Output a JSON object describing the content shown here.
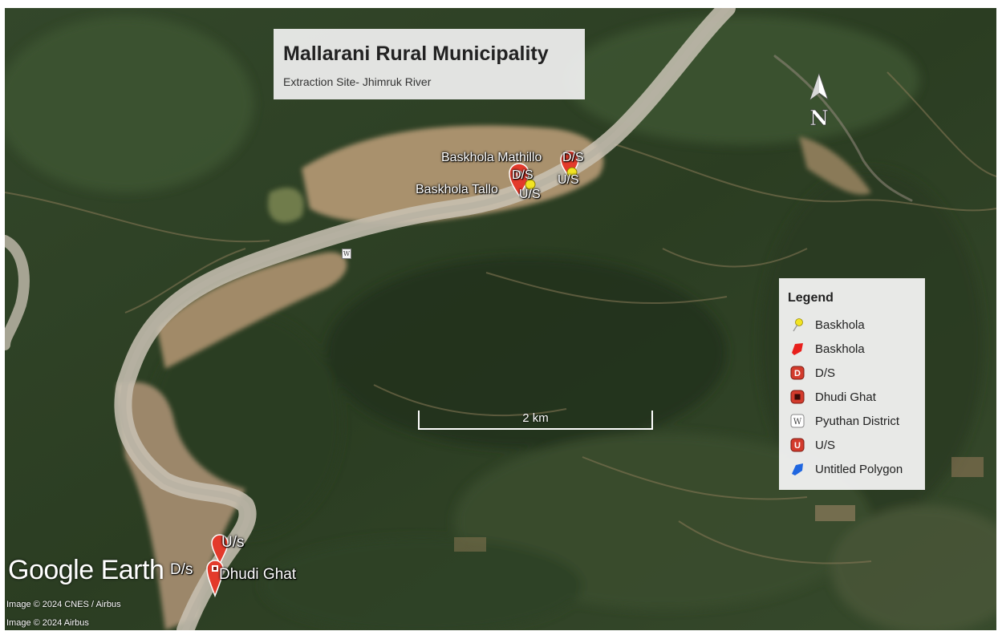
{
  "title": "Mallarani Rural Municipality",
  "subtitle": "Extraction Site- Jhimruk River",
  "north_label": "N",
  "scale_label": "2 km",
  "branding": {
    "google": "Google",
    "earth": "Earth"
  },
  "credits": [
    "Image © 2024 CNES / Airbus",
    "Image © 2024 Airbus"
  ],
  "legend": {
    "heading": "Legend",
    "items": [
      {
        "label": "Baskhola",
        "icon": "yellow-pushpin-icon",
        "color": "#f2e422"
      },
      {
        "label": "Baskhola",
        "icon": "red-polygon-icon",
        "color": "#e8201c"
      },
      {
        "label": "D/S",
        "icon": "letter-d-marker-icon",
        "color": "#d33b2c"
      },
      {
        "label": "Dhudi Ghat",
        "icon": "square-marker-icon",
        "color": "#d33b2c"
      },
      {
        "label": "Pyuthan District",
        "icon": "letter-w-marker-icon",
        "color": "#ffffff"
      },
      {
        "label": "U/S",
        "icon": "letter-u-marker-icon",
        "color": "#d33b2c"
      },
      {
        "label": "Untitled Polygon",
        "icon": "blue-polygon-icon",
        "color": "#1f66e0"
      }
    ]
  },
  "place_labels": {
    "baskhola_mathillo": "Baskhola Mathillo",
    "ds_upper": "D/S",
    "us_upper": "U/S",
    "ds_middle": "D/S",
    "baskhola_tallo": "Baskhola Tallo",
    "us_middle": "U/S",
    "us_lower": "U/s",
    "ds_lower": "D/s",
    "dhudi_ghat": "Dhudi Ghat"
  },
  "colors": {
    "forest": "#2f4324",
    "river": "#c9c2b4",
    "farmland": "#a9916d",
    "marker_red": "#d33b2c",
    "marker_yellow": "#f2e422"
  }
}
